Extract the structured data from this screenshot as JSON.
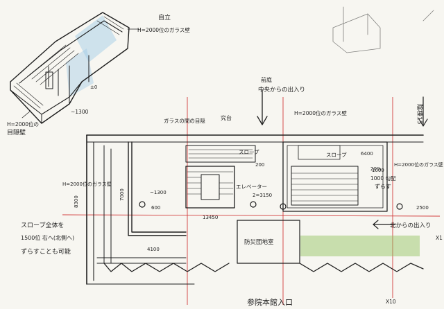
{
  "axo": {
    "label_top": "H=2000位のガラス壁",
    "label_top_right": "自立",
    "dim_bottom": "~1300",
    "label_left": "H=2000位の",
    "label_left2": "目隠壁",
    "dim_mid": "±0"
  },
  "plan": {
    "north_entry": "中央からの出入り",
    "north_entry_sub": "前庭",
    "right_top_note": "陰棟15",
    "glass_wall_label_top": "ガラスの間の目隠",
    "open_label": "究台",
    "glass_wall_label_right": "H=2000位のガラス壁",
    "glass_wall_label_right2": "H=2000位のガラス壁",
    "glass_wall_label_left": "H=2000位のガラス壁",
    "slope_label": "スロープ",
    "slope_label2": "スロープ",
    "elevator_label": "エレベーター",
    "elev_dim": "2=3150",
    "dim_8300": "8300",
    "dim_7000": "7000",
    "dim_1300": "~1300",
    "dim_600": "600",
    "dim_13450": "13450",
    "dim_4100": "4100",
    "dim_6400": "6400",
    "dim_1000": "1000",
    "dim_200": "200",
    "dim_2500": "2500",
    "right_note1": "20%",
    "right_note2": "1000 勾配",
    "right_note3": "ずらす",
    "north_exit_label": "北からの出入り",
    "center_room": "防災団地室",
    "left_note1": "スロープ全体を",
    "left_note2": "1500位 右へ(北側へ)",
    "left_note3": "ずらすことも可能",
    "bottom_label": "参院本館入口",
    "grid_x10": "X10",
    "grid_x1": "X1"
  },
  "colors": {
    "ink": "#1e1e1e",
    "red_gridline": "#d23a3a",
    "green_planting": "#8fc25a",
    "blue_glass": "#9cc9e6"
  }
}
